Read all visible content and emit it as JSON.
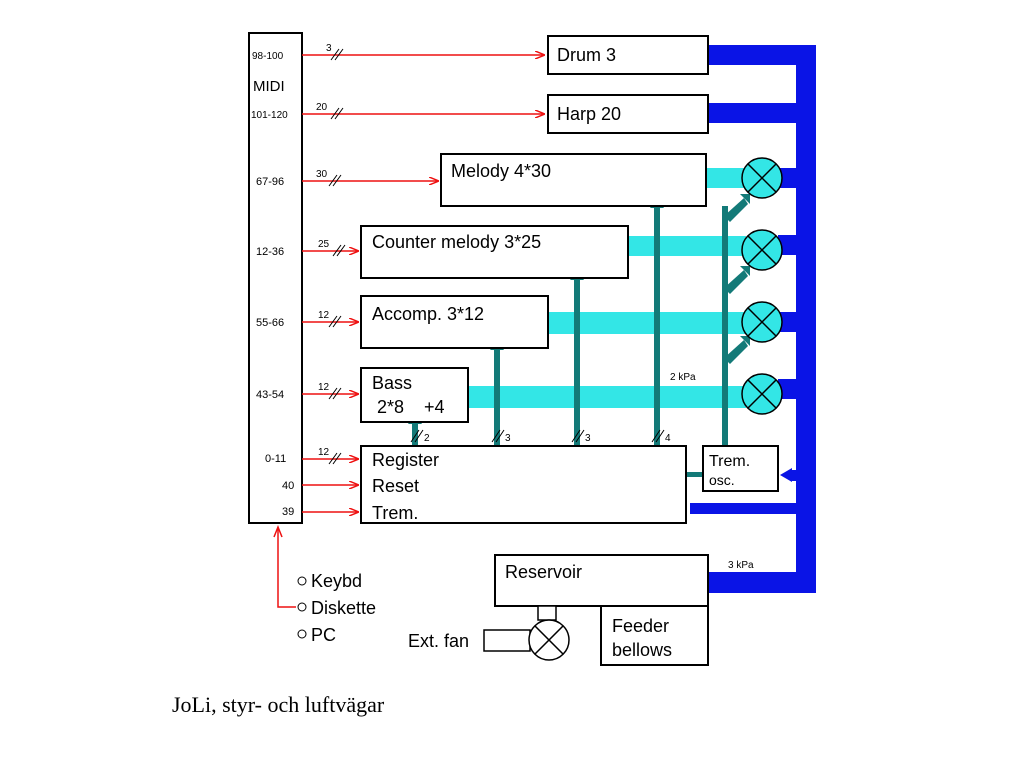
{
  "midi": {
    "title": "MIDI",
    "ranges": [
      "98-100",
      "101-120",
      "67-96",
      "12-36",
      "55-66",
      "43-54",
      "0-11",
      "40",
      "39"
    ],
    "bus_widths": [
      "3",
      "20",
      "30",
      "25",
      "12",
      "12",
      "12"
    ]
  },
  "blocks": {
    "drum": "Drum 3",
    "harp": "Harp  20",
    "melody": "Melody  4*30",
    "counter_melody": "Counter melody  3*25",
    "accomp": "Accomp. 3*12",
    "bass_line1": "Bass",
    "bass_line2": " 2*8    +4",
    "register_lines": [
      "Register",
      "Reset",
      "Trem."
    ],
    "trem_osc_line1": "Trem.",
    "trem_osc_line2": "osc.",
    "reservoir": "Reservoir",
    "feeder_line1": "Feeder",
    "feeder_line2": "bellows",
    "ext_fan": "Ext. fan"
  },
  "register_outputs": [
    "2",
    "3",
    "3",
    "4"
  ],
  "pressures": {
    "low": "2 kPa",
    "high": "3 kPa"
  },
  "inputs": [
    "Keybd",
    "Diskette",
    "PC"
  ],
  "caption": "JoLi, styr- och luftvägar",
  "colors": {
    "high_pressure": "#0a14e6",
    "low_pressure": "#33e6e6",
    "tremulant": "#137a78",
    "control": "#ee1111"
  }
}
